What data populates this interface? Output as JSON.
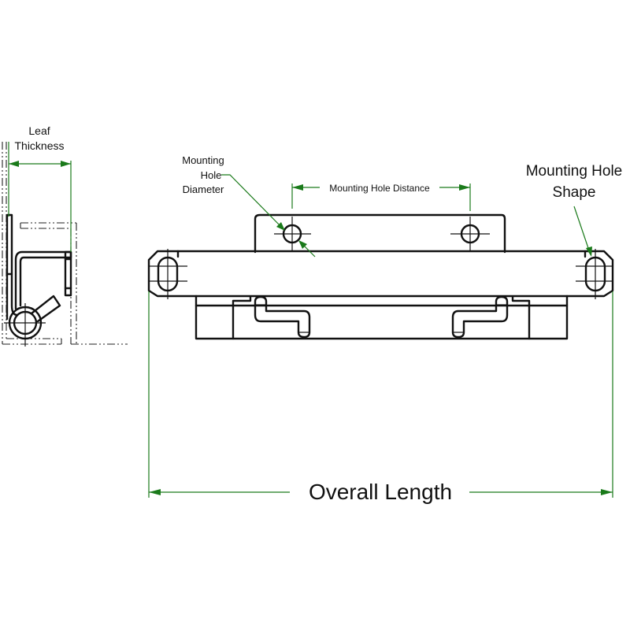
{
  "diagram": {
    "title": "Hinge dimension drawing",
    "colors": {
      "line": "#111111",
      "dimension": "#1a7a1a",
      "background": "#ffffff"
    },
    "side_view": {
      "label_line1": "Leaf",
      "label_line2": "Thickness"
    },
    "front_view": {
      "mounting_hole_diameter": {
        "line1": "Mounting",
        "line2": "Hole",
        "line3": "Diameter"
      },
      "mounting_hole_distance": "Mounting Hole Distance",
      "mounting_hole_shape": {
        "line1": "Mounting Hole",
        "line2": "Shape"
      },
      "overall_length": "Overall Length"
    }
  }
}
